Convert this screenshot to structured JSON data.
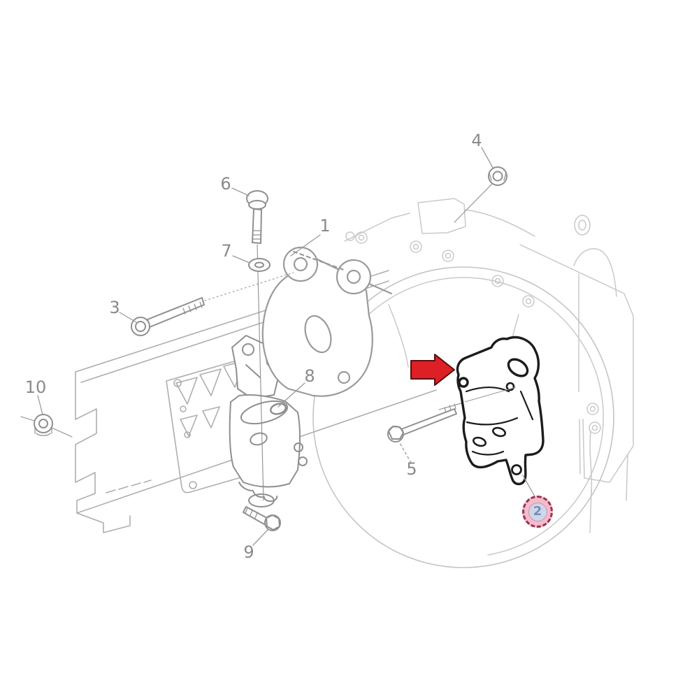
{
  "diagram": {
    "kind": "exploded-parts-diagram",
    "highlighted_part_number": "2"
  },
  "parts": [
    {
      "number": "1"
    },
    {
      "number": "2"
    },
    {
      "number": "3"
    },
    {
      "number": "4"
    },
    {
      "number": "5"
    },
    {
      "number": "6"
    },
    {
      "number": "7"
    },
    {
      "number": "8"
    },
    {
      "number": "9"
    },
    {
      "number": "10"
    }
  ],
  "highlight": {
    "arrow_color": "#dd1f26",
    "arrow_outline_color": "#5a0d0d"
  },
  "badge": {
    "number": "2",
    "fill": "#f3bccb",
    "border": "#9d3153",
    "inner_fill": "#ccd7ec",
    "number_color": "#7b8db6"
  },
  "art": {
    "background": "#ffffff",
    "engine_line_color": "#c9c9c9",
    "rail_line_color": "#aeaeae",
    "part_line_color": "#8f8f8f",
    "bracket_line_color": "#9a9a9a",
    "highlight_line_color": "#1c1c1c",
    "leader_line_color": "#9a9a9a",
    "label_color": "#8a8a8a",
    "callout_circle_color": "#c4c4c4"
  }
}
